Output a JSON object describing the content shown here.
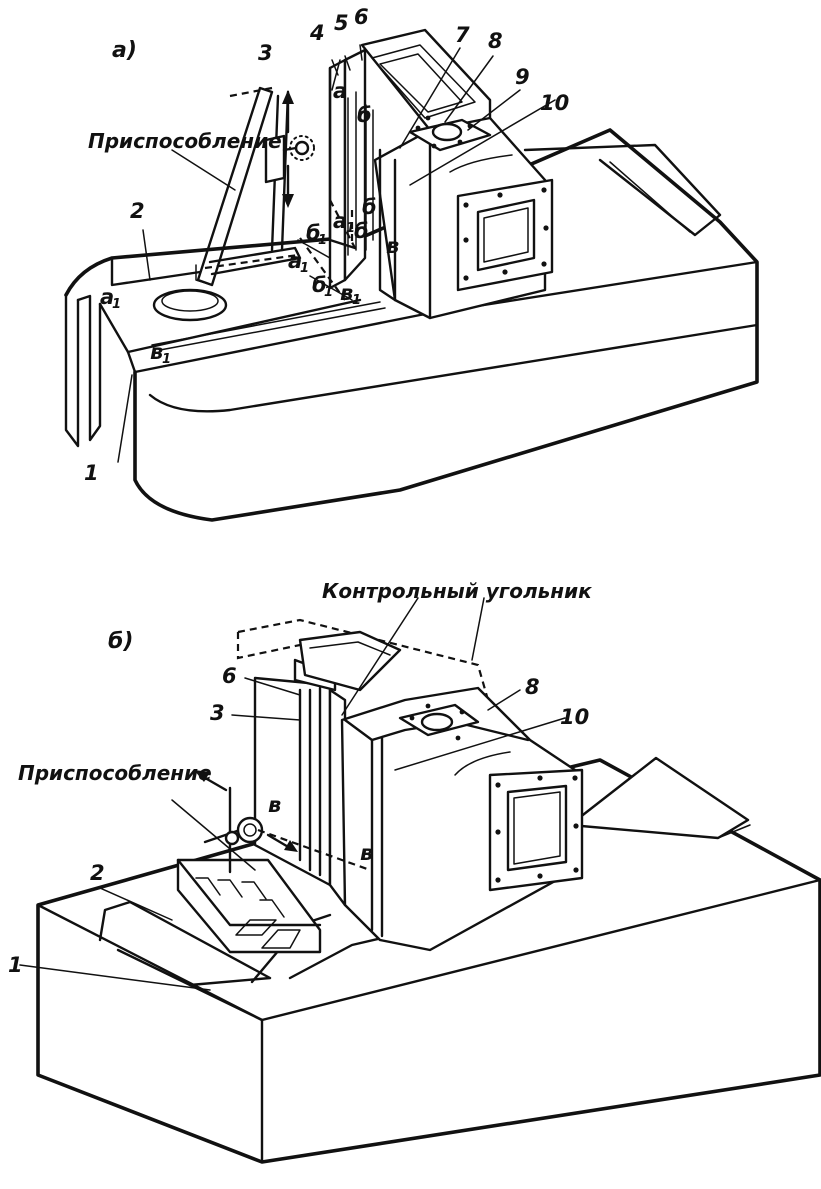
{
  "panel_a": {
    "letter": "а)",
    "fixture_caption": "Приспособление",
    "part_numbers": [
      "1",
      "2",
      "3",
      "4",
      "5",
      "6",
      "7",
      "8",
      "9",
      "10"
    ],
    "rail_marks": {
      "a": "а",
      "b": "б",
      "v": "в",
      "a1": "а",
      "b1": "б",
      "v1": "в",
      "sub": "1"
    }
  },
  "panel_b": {
    "letter": "б)",
    "square_caption": "Контрольный угольник",
    "fixture_caption": "Приспособление",
    "part_numbers": [
      "1",
      "2",
      "3",
      "6",
      "8",
      "10"
    ],
    "rail_marks": {
      "v_left": "в",
      "v_right": "в"
    }
  },
  "icons": [
    "dial-indicator-icon",
    "arrow-icon"
  ]
}
